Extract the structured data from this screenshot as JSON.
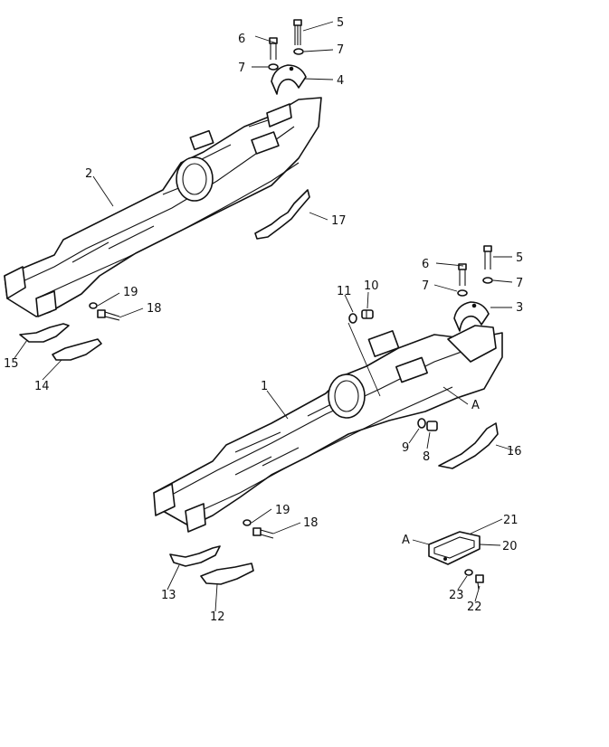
{
  "callouts": [
    {
      "id": "c5a",
      "text": "5"
    },
    {
      "id": "c6a",
      "text": "6"
    },
    {
      "id": "c7a",
      "text": "7"
    },
    {
      "id": "c7b",
      "text": "7"
    },
    {
      "id": "c4",
      "text": "4"
    },
    {
      "id": "c2",
      "text": "2"
    },
    {
      "id": "c17",
      "text": "17"
    },
    {
      "id": "c19a",
      "text": "19"
    },
    {
      "id": "c18a",
      "text": "18"
    },
    {
      "id": "c15",
      "text": "15"
    },
    {
      "id": "c14",
      "text": "14"
    },
    {
      "id": "c5b",
      "text": "5"
    },
    {
      "id": "c6b",
      "text": "6"
    },
    {
      "id": "c7c",
      "text": "7"
    },
    {
      "id": "c7d",
      "text": "7"
    },
    {
      "id": "c3",
      "text": "3"
    },
    {
      "id": "c11",
      "text": "11"
    },
    {
      "id": "c10",
      "text": "10"
    },
    {
      "id": "c1",
      "text": "1"
    },
    {
      "id": "cA1",
      "text": "A"
    },
    {
      "id": "c9",
      "text": "9"
    },
    {
      "id": "c8",
      "text": "8"
    },
    {
      "id": "c16",
      "text": "16"
    },
    {
      "id": "c19b",
      "text": "19"
    },
    {
      "id": "c18b",
      "text": "18"
    },
    {
      "id": "c13",
      "text": "13"
    },
    {
      "id": "c12",
      "text": "12"
    },
    {
      "id": "c21",
      "text": "21"
    },
    {
      "id": "cA2",
      "text": "A"
    },
    {
      "id": "c20",
      "text": "20"
    },
    {
      "id": "c23",
      "text": "23"
    },
    {
      "id": "c22",
      "text": "22"
    }
  ]
}
